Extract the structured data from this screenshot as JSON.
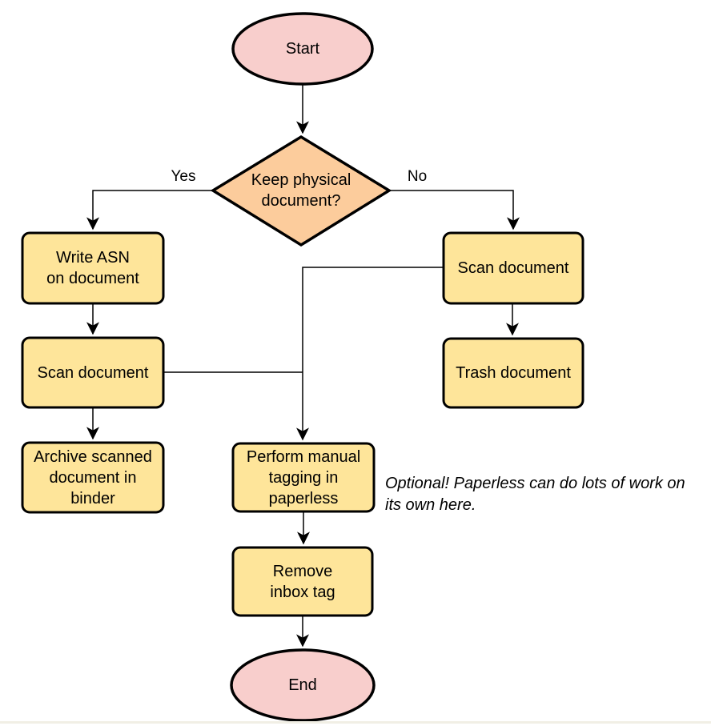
{
  "colors": {
    "terminal_fill": "#F8CECC",
    "decision_fill": "#FCCC9C",
    "process_fill": "#FEE59A",
    "stroke": "#000000",
    "connector": "#000000",
    "footer_rule": "#F1EFE5"
  },
  "nodes": {
    "start": "Start",
    "decision": "Keep physical\ndocument?",
    "write_asn": "Write ASN\non document",
    "scan_left": "Scan document",
    "archive": "Archive scanned\ndocument in\nbinder",
    "scan_right": "Scan document",
    "trash": "Trash document",
    "tagging": "Perform manual\ntagging in\npaperless",
    "remove_inbox": "Remove\ninbox tag",
    "end": "End"
  },
  "edge_labels": {
    "yes": "Yes",
    "no": "No"
  },
  "annotation": "Optional! Paperless can do lots of work on\nits own here."
}
